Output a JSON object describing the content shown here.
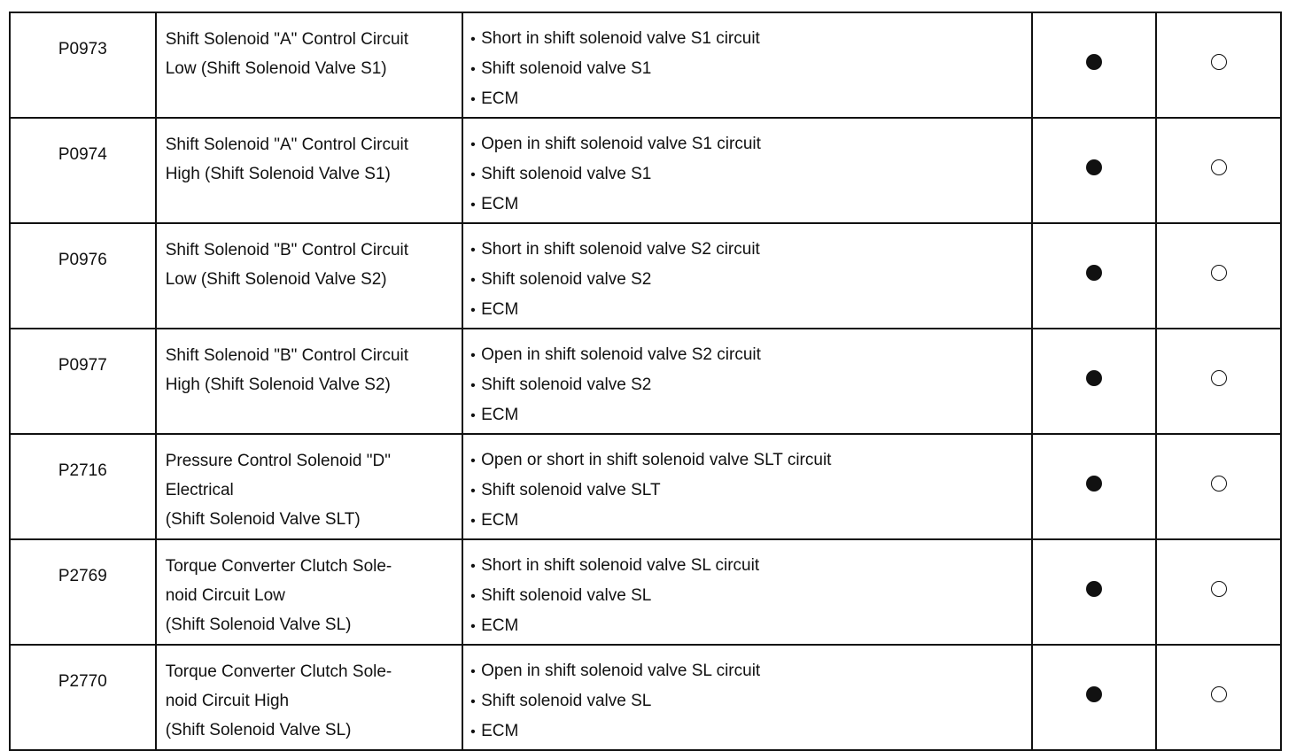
{
  "rows": [
    {
      "code": "P0973",
      "area": [
        "Shift Solenoid \"A\" Control Circuit",
        "Low (Shift Solenoid Valve S1)"
      ],
      "trouble": [
        "Short in shift solenoid valve S1 circuit",
        "Shift solenoid valve S1",
        "ECM"
      ],
      "mil": "filled-circle",
      "memory": "hollow-circle"
    },
    {
      "code": "P0974",
      "area": [
        "Shift Solenoid \"A\" Control Circuit",
        "High (Shift Solenoid Valve S1)"
      ],
      "trouble": [
        "Open in shift solenoid valve S1 circuit",
        "Shift solenoid valve S1",
        "ECM"
      ],
      "mil": "filled-circle",
      "memory": "hollow-circle"
    },
    {
      "code": "P0976",
      "area": [
        "Shift Solenoid \"B\" Control Circuit",
        "Low (Shift Solenoid Valve S2)"
      ],
      "trouble": [
        "Short in shift solenoid valve S2 circuit",
        "Shift solenoid valve S2",
        "ECM"
      ],
      "mil": "filled-circle",
      "memory": "hollow-circle"
    },
    {
      "code": "P0977",
      "area": [
        "Shift Solenoid \"B\" Control Circuit",
        "High (Shift Solenoid Valve S2)"
      ],
      "trouble": [
        "Open in shift solenoid valve S2 circuit",
        "Shift solenoid valve S2",
        "ECM"
      ],
      "mil": "filled-circle",
      "memory": "hollow-circle"
    },
    {
      "code": "P2716",
      "area": [
        "Pressure Control Solenoid \"D\"",
        "Electrical",
        "(Shift Solenoid Valve SLT)"
      ],
      "trouble": [
        "Open or short in shift solenoid valve SLT circuit",
        "Shift solenoid valve SLT",
        "ECM"
      ],
      "mil": "filled-circle",
      "memory": "hollow-circle"
    },
    {
      "code": "P2769",
      "area": [
        "Torque Converter Clutch Sole-",
        "noid Circuit Low",
        "(Shift Solenoid Valve SL)"
      ],
      "trouble": [
        "Short in shift solenoid valve SL circuit",
        "Shift solenoid valve SL",
        "ECM"
      ],
      "mil": "filled-circle",
      "memory": "hollow-circle"
    },
    {
      "code": "P2770",
      "area": [
        "Torque Converter Clutch Sole-",
        "noid Circuit High",
        "(Shift Solenoid Valve SL)"
      ],
      "trouble": [
        "Open in shift solenoid valve SL circuit",
        "Shift solenoid valve SL",
        "ECM"
      ],
      "mil": "filled-circle",
      "memory": "hollow-circle"
    }
  ]
}
